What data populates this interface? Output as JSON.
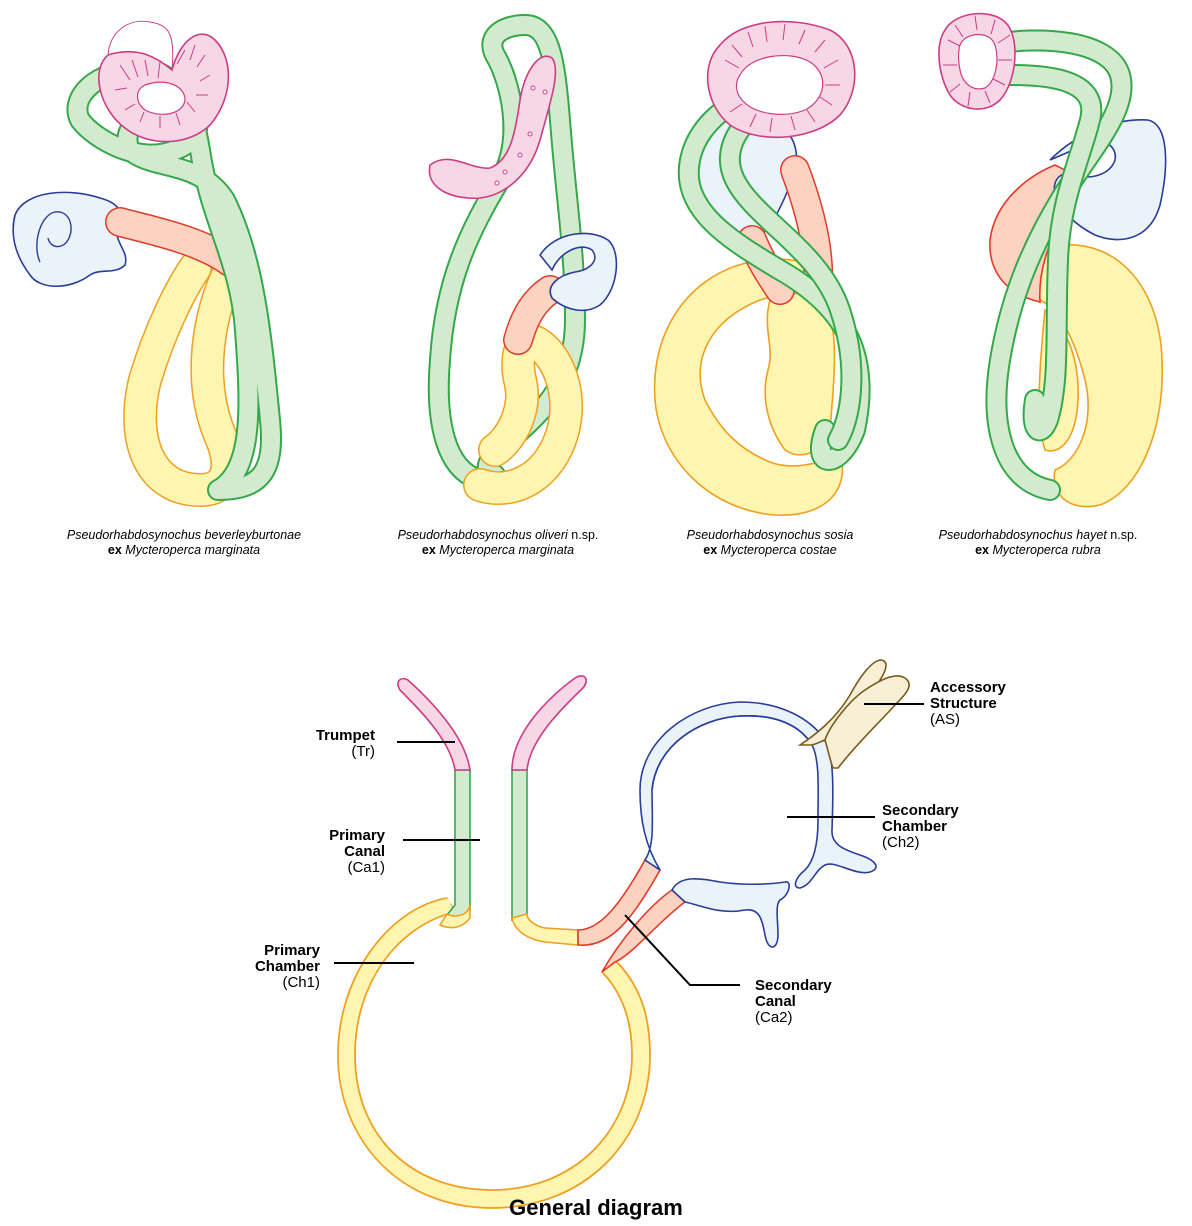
{
  "colors": {
    "trumpet_fill": "#f7d6e6",
    "trumpet_stroke": "#cc3d85",
    "primary_canal_fill": "#d2ebcf",
    "primary_canal_stroke": "#35a84a",
    "primary_chamber_fill": "#fdf5b0",
    "primary_chamber_stroke": "#f0a020",
    "secondary_canal_fill": "#fbd3c0",
    "secondary_canal_stroke": "#e23a2a",
    "secondary_chamber_fill": "#eaf3fa",
    "secondary_chamber_stroke": "#2a3d9a",
    "accessory_fill": "#f7efd6",
    "accessory_stroke": "#7a5a1a"
  },
  "captions": [
    {
      "species": "Pseudorhabdosynochus beverleyburtonae",
      "suffix": "",
      "ex": "ex",
      "host": "Mycteroperca marginata"
    },
    {
      "species": "Pseudorhabdosynochus oliveri",
      "suffix": " n.sp.",
      "ex": "ex",
      "host": "Mycteroperca marginata"
    },
    {
      "species": "Pseudorhabdosynochus sosia",
      "suffix": "",
      "ex": "ex",
      "host": "Mycteroperca costae"
    },
    {
      "species": "Pseudorhabdosynochus hayet",
      "suffix": " n.sp.",
      "ex": "ex",
      "host": "Mycteroperca rubra"
    }
  ],
  "labels": {
    "trumpet": {
      "name": "Trumpet",
      "abbr": "(Tr)"
    },
    "primary_canal": {
      "name1": "Primary",
      "name2": "Canal",
      "abbr": "(Ca1)"
    },
    "primary_chamber": {
      "name1": "Primary",
      "name2": "Chamber",
      "abbr": "(Ch1)"
    },
    "secondary_canal": {
      "name1": "Secondary",
      "name2": "Canal",
      "abbr": "(Ca2)"
    },
    "secondary_chamber": {
      "name1": "Secondary",
      "name2": "Chamber",
      "abbr": "(Ch2)"
    },
    "accessory_structure": {
      "name1": "Accessory",
      "name2": "Structure",
      "abbr": "(AS)"
    }
  },
  "title": "General diagram"
}
